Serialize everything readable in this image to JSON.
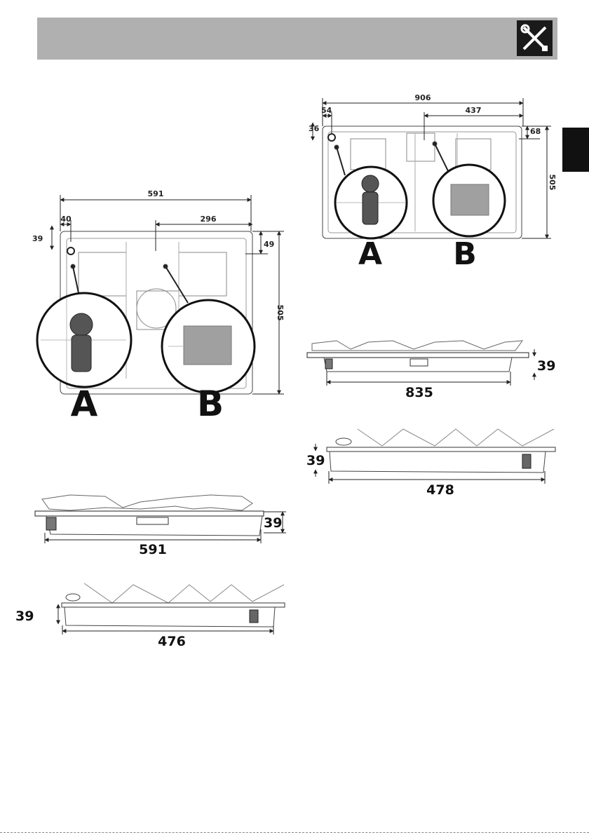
{
  "header": {
    "icon": "tools-icon"
  },
  "figure_1_top": {
    "dims": {
      "width": "591",
      "offset_right": "296",
      "offset_left": "40",
      "offset_top": "39",
      "offset_right_top": "49",
      "depth": "505"
    },
    "callouts": {
      "a": "A",
      "b": "B"
    }
  },
  "figure_1_front": {
    "dims": {
      "width": "591",
      "height": "39"
    }
  },
  "figure_1_side": {
    "dims": {
      "height": "39",
      "depth": "476"
    }
  },
  "figure_2_top": {
    "dims": {
      "width": "906",
      "offset_left": "54",
      "offset_right": "437",
      "offset_top": "36",
      "offset_right_top": "68",
      "depth": "505"
    },
    "callouts": {
      "a": "A",
      "b": "B"
    }
  },
  "figure_2_front": {
    "dims": {
      "width": "835",
      "height": "39"
    }
  },
  "figure_2_side": {
    "dims": {
      "height": "39",
      "depth": "478"
    }
  }
}
